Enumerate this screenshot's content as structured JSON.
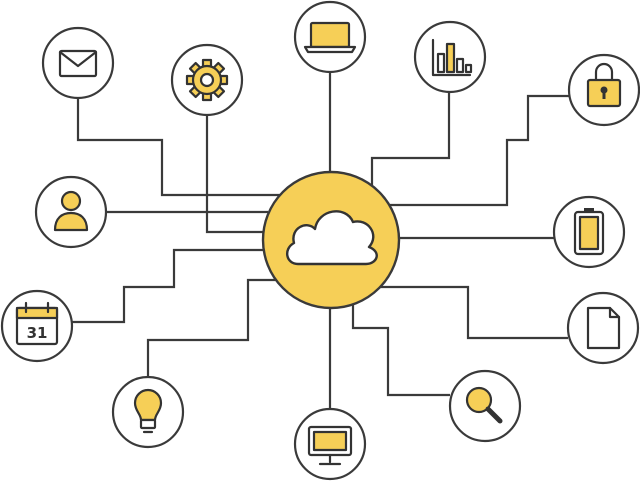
{
  "diagram": {
    "hub": {
      "icon": "cloud-icon"
    },
    "nodes": [
      {
        "id": "mail",
        "icon": "envelope-icon"
      },
      {
        "id": "settings",
        "icon": "gear-icon"
      },
      {
        "id": "laptop",
        "icon": "laptop-icon"
      },
      {
        "id": "analytics",
        "icon": "bar-chart-icon"
      },
      {
        "id": "security",
        "icon": "padlock-icon"
      },
      {
        "id": "user",
        "icon": "user-icon"
      },
      {
        "id": "battery",
        "icon": "battery-icon"
      },
      {
        "id": "calendar",
        "icon": "calendar-icon",
        "label": "31"
      },
      {
        "id": "document",
        "icon": "document-icon"
      },
      {
        "id": "idea",
        "icon": "lightbulb-icon"
      },
      {
        "id": "desktop",
        "icon": "monitor-icon"
      },
      {
        "id": "search",
        "icon": "magnifier-icon"
      }
    ]
  },
  "colors": {
    "accent": "#f6cf57",
    "line": "#3a3a3a",
    "background": "#ffffff"
  }
}
